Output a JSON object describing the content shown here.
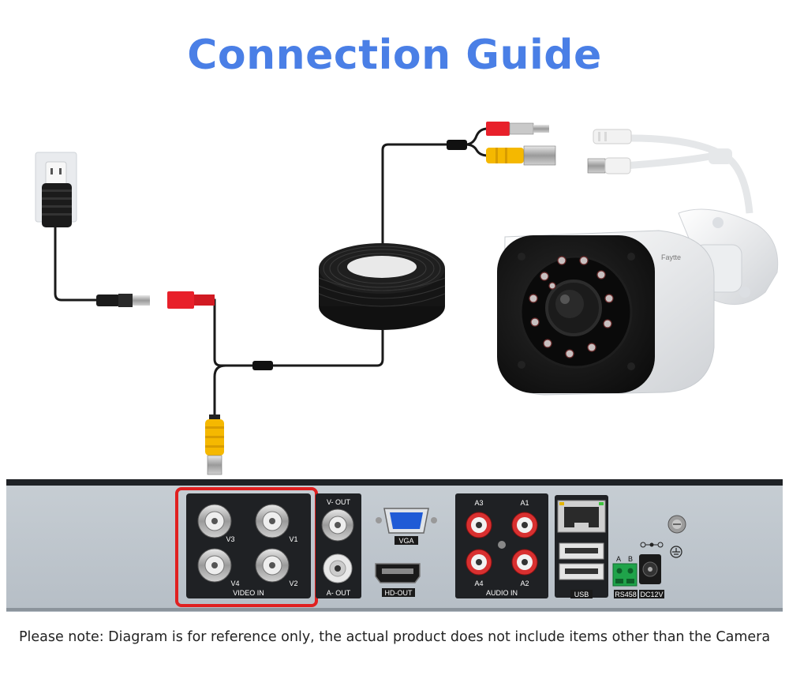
{
  "title": "Connection Guide",
  "note": "Please note: Diagram is for reference only, the actual product does not include items other than the Camera",
  "camera": {
    "brand": "Faytte"
  },
  "dvr": {
    "video_in": {
      "label": "VIDEO IN",
      "channels": [
        "V3",
        "V1",
        "V4",
        "V2"
      ]
    },
    "v_out": "V- OUT",
    "a_out": "A- OUT",
    "vga": "VGA",
    "hd_out": "HD-OUT",
    "audio_in": {
      "label": "AUDIO IN",
      "channels": [
        "A3",
        "A1",
        "A4",
        "A2"
      ]
    },
    "usb": "USB",
    "rs485": {
      "label": "RS458",
      "pins": [
        "A",
        "B"
      ]
    },
    "power": "DC12V"
  },
  "colors": {
    "title": "#4a7fe6",
    "highlight": "#e02020",
    "bnc_yellow": "#f5b800",
    "dc_red": "#e8202a"
  }
}
